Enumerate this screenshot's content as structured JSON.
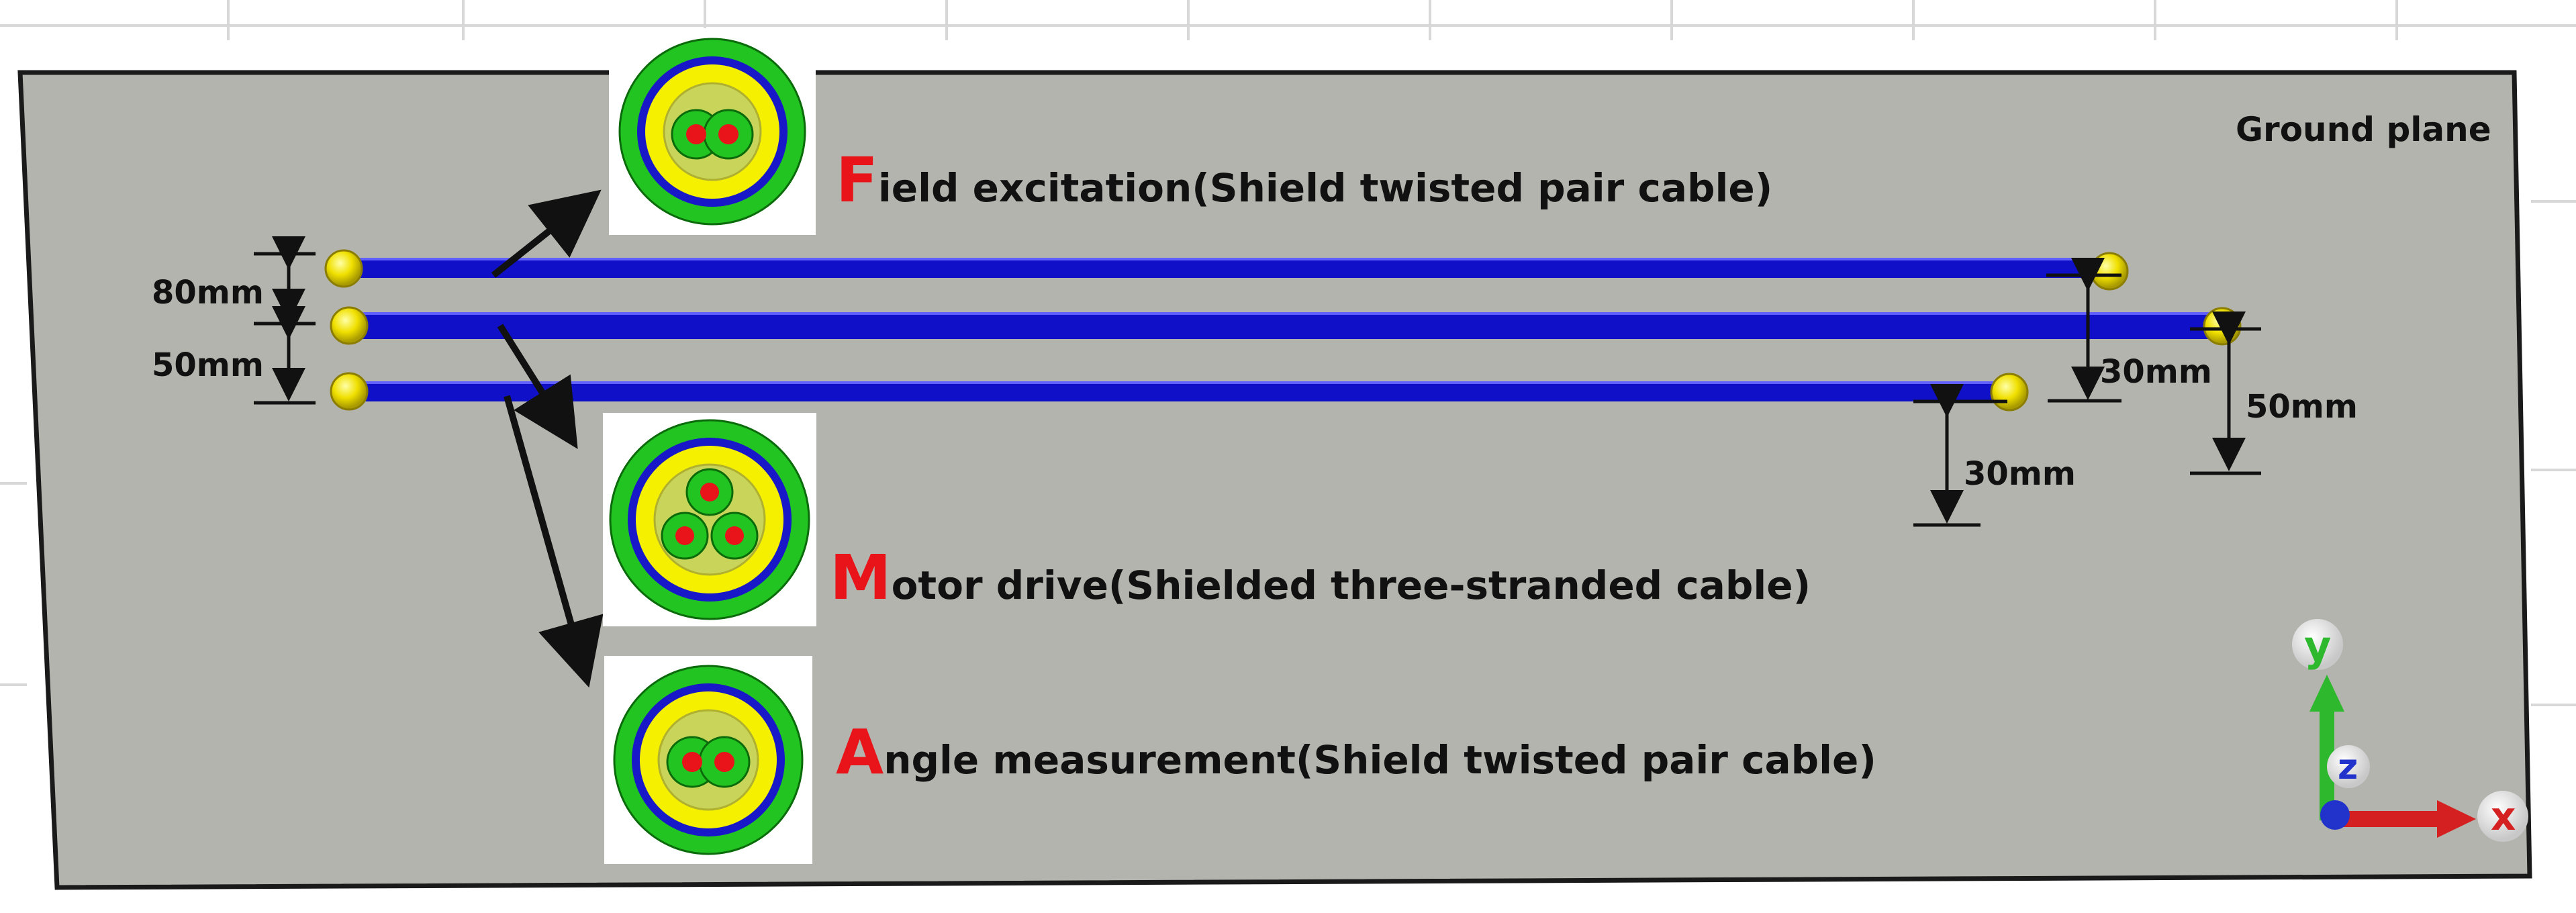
{
  "ground_plane_label": "Ground plane",
  "cables": [
    {
      "first_letter": "F",
      "rest": "ield excitation(Shield twisted pair cable)",
      "icon": "twisted-pair-cross-section-icon"
    },
    {
      "first_letter": "M",
      "rest": "otor drive(Shielded three-stranded cable)",
      "icon": "three-strand-cross-section-icon"
    },
    {
      "first_letter": "A",
      "rest": "ngle measurement(Shield twisted pair cable)",
      "icon": "twisted-pair-cross-section-icon"
    }
  ],
  "dimensions": {
    "left_top": "80mm",
    "left_bottom": "50mm",
    "right_upper": "30mm",
    "right_far": "50mm",
    "right_lower": "30mm"
  },
  "axes": {
    "x": "x",
    "y": "y",
    "z": "z"
  },
  "colors": {
    "cable_blue": "#1010c8",
    "plane_gray": "#b4b4ae",
    "node_yellow": "#f2e600",
    "accent_red": "#e8141a",
    "shield_green": "#22c422"
  }
}
